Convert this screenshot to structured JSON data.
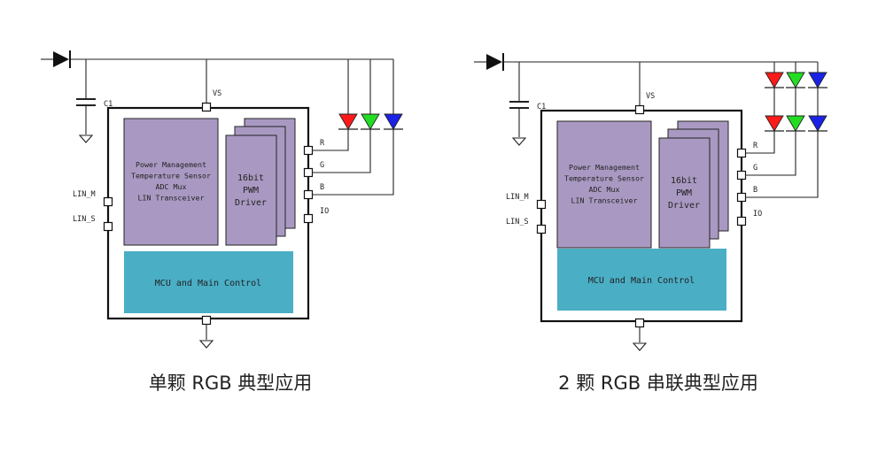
{
  "diagrams": [
    {
      "caption": "单颗 RGB 典型应用",
      "supply_label": "VS",
      "cap_label": "C1",
      "lin_labels": [
        "LIN_M",
        "LIN_S"
      ],
      "block_lines": [
        "Power Management",
        "Temperature Sensor",
        "ADC Mux",
        "LIN Transceiver"
      ],
      "pwm_lines": [
        "16bit",
        "PWM",
        "Driver"
      ],
      "mcu_label": "MCU and Main Control",
      "output_pins": [
        "R",
        "G",
        "B",
        "IO"
      ],
      "led_rows": 1
    },
    {
      "caption": "2 颗 RGB 串联典型应用",
      "supply_label": "VS",
      "cap_label": "C1",
      "lin_labels": [
        "LIN_M",
        "LIN_S"
      ],
      "block_lines": [
        "Power Management",
        "Temperature Sensor",
        "ADC Mux",
        "LIN Transceiver"
      ],
      "pwm_lines": [
        "16bit",
        "PWM",
        "Driver"
      ],
      "mcu_label": "MCU and Main Control",
      "output_pins": [
        "R",
        "G",
        "B",
        "IO"
      ],
      "led_rows": 2
    }
  ],
  "colors": {
    "block_purple": "#a999c2",
    "mcu_teal": "#4aaec5",
    "led_red": "#ff1a1a",
    "led_green": "#22dd22",
    "led_blue": "#1a22e6"
  }
}
